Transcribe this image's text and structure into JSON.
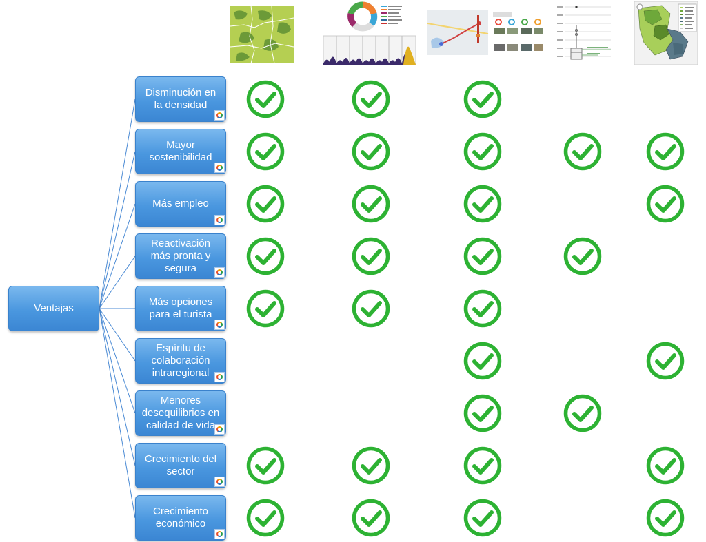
{
  "root_label": "Ventajas",
  "columns": [
    {
      "name": "map-thumbnail"
    },
    {
      "name": "donut-chart-thumbnail"
    },
    {
      "name": "route-map-thumbnail"
    },
    {
      "name": "boxplot-thumbnail"
    },
    {
      "name": "region-map-thumbnail"
    }
  ],
  "advantages": [
    {
      "label": "Disminución en la densidad",
      "checks": [
        true,
        true,
        true,
        false,
        false
      ]
    },
    {
      "label": "Mayor sostenibilidad",
      "checks": [
        true,
        true,
        true,
        true,
        true
      ]
    },
    {
      "label": "Más empleo",
      "checks": [
        true,
        true,
        true,
        false,
        true
      ]
    },
    {
      "label": "Reactivación más pronta y segura",
      "checks": [
        true,
        true,
        true,
        true,
        false
      ]
    },
    {
      "label": "Más opciones para el turista",
      "checks": [
        true,
        true,
        true,
        false,
        false
      ]
    },
    {
      "label": "Espíritu de colaboración intraregional",
      "checks": [
        false,
        false,
        true,
        false,
        true
      ]
    },
    {
      "label": "Menores desequilibrios en calidad de vida",
      "checks": [
        false,
        false,
        true,
        true,
        false
      ]
    },
    {
      "label": "Crecimiento del sector",
      "checks": [
        true,
        true,
        true,
        false,
        true
      ]
    },
    {
      "label": "Crecimiento económico",
      "checks": [
        true,
        true,
        true,
        false,
        true
      ]
    }
  ],
  "colors": {
    "box": "#4a97df",
    "connector": "#4a8ad4",
    "check": "#2db233"
  }
}
